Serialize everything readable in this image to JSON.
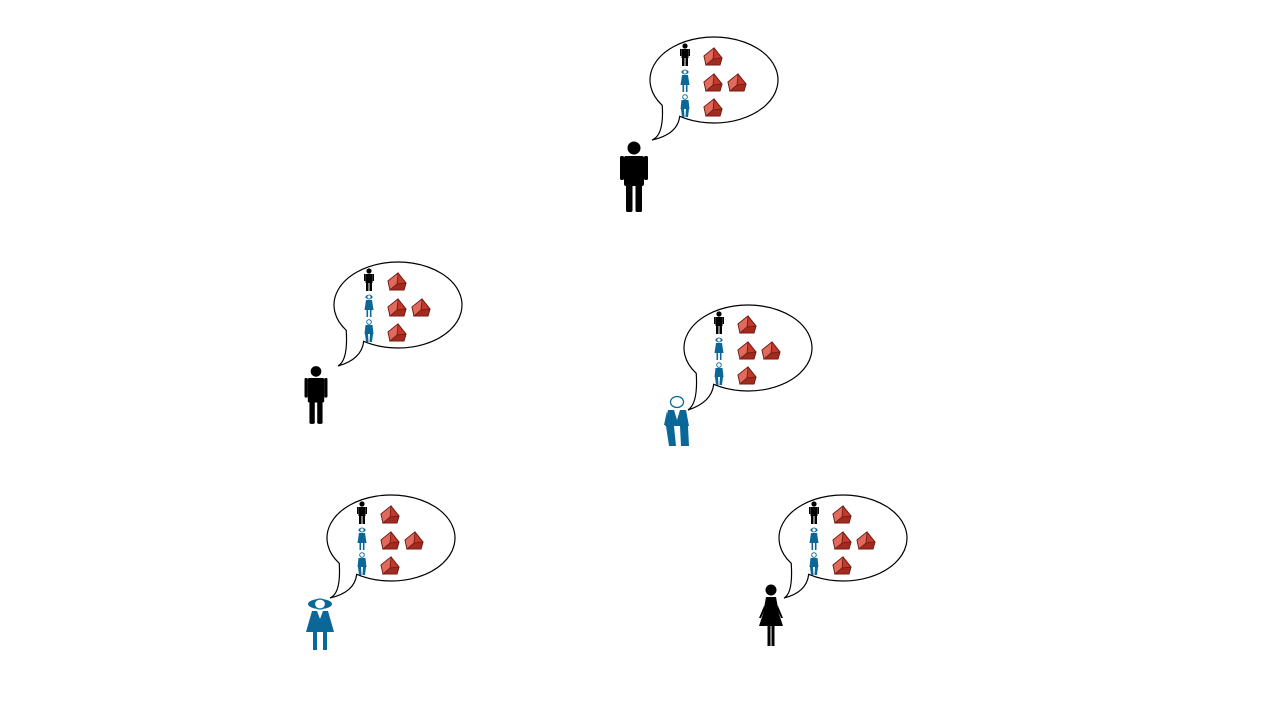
{
  "colors": {
    "background": "#ffffff",
    "black_figure": "#000000",
    "blue_figure": "#0b6797",
    "gem_fill": "#c0392b",
    "gem_dark": "#6e1a12",
    "gem_light": "#e06a5c",
    "bubble_stroke": "#000000"
  },
  "legend_rows": [
    {
      "figure": "man-black",
      "gem_count": 1
    },
    {
      "figure": "woman-blue",
      "gem_count": 2
    },
    {
      "figure": "man-blue-small",
      "gem_count": 1
    }
  ],
  "speakers": [
    {
      "id": "top-man",
      "figure": "man-black",
      "icon": "man-icon"
    },
    {
      "id": "left-man",
      "figure": "man-black",
      "icon": "man-icon"
    },
    {
      "id": "center-blue-man",
      "figure": "man-blue",
      "icon": "man-icon"
    },
    {
      "id": "bottom-left-blue-woman",
      "figure": "woman-blue",
      "icon": "woman-icon"
    },
    {
      "id": "bottom-right-black-woman",
      "figure": "woman-black",
      "icon": "woman-icon"
    }
  ]
}
